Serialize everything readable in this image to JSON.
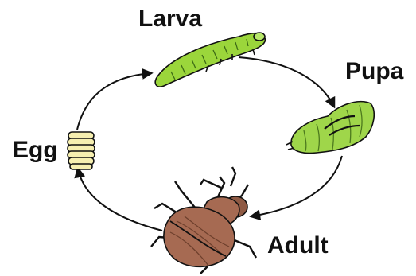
{
  "diagram": {
    "stages": [
      {
        "key": "egg",
        "label": "Egg"
      },
      {
        "key": "larva",
        "label": "Larva"
      },
      {
        "key": "pupa",
        "label": "Pupa"
      },
      {
        "key": "adult",
        "label": "Adult"
      }
    ],
    "cycle_order": [
      "egg",
      "larva",
      "pupa",
      "adult"
    ],
    "colors": {
      "larva_body": "#9bd63b",
      "pupa_body": "#9fd64a",
      "egg_body": "#f6efb0",
      "adult_body": "#a66a52",
      "outline": "#111111",
      "arrow": "#111111"
    },
    "icons": [
      "egg-icon",
      "larva-icon",
      "pupa-icon",
      "beetle-icon"
    ]
  }
}
